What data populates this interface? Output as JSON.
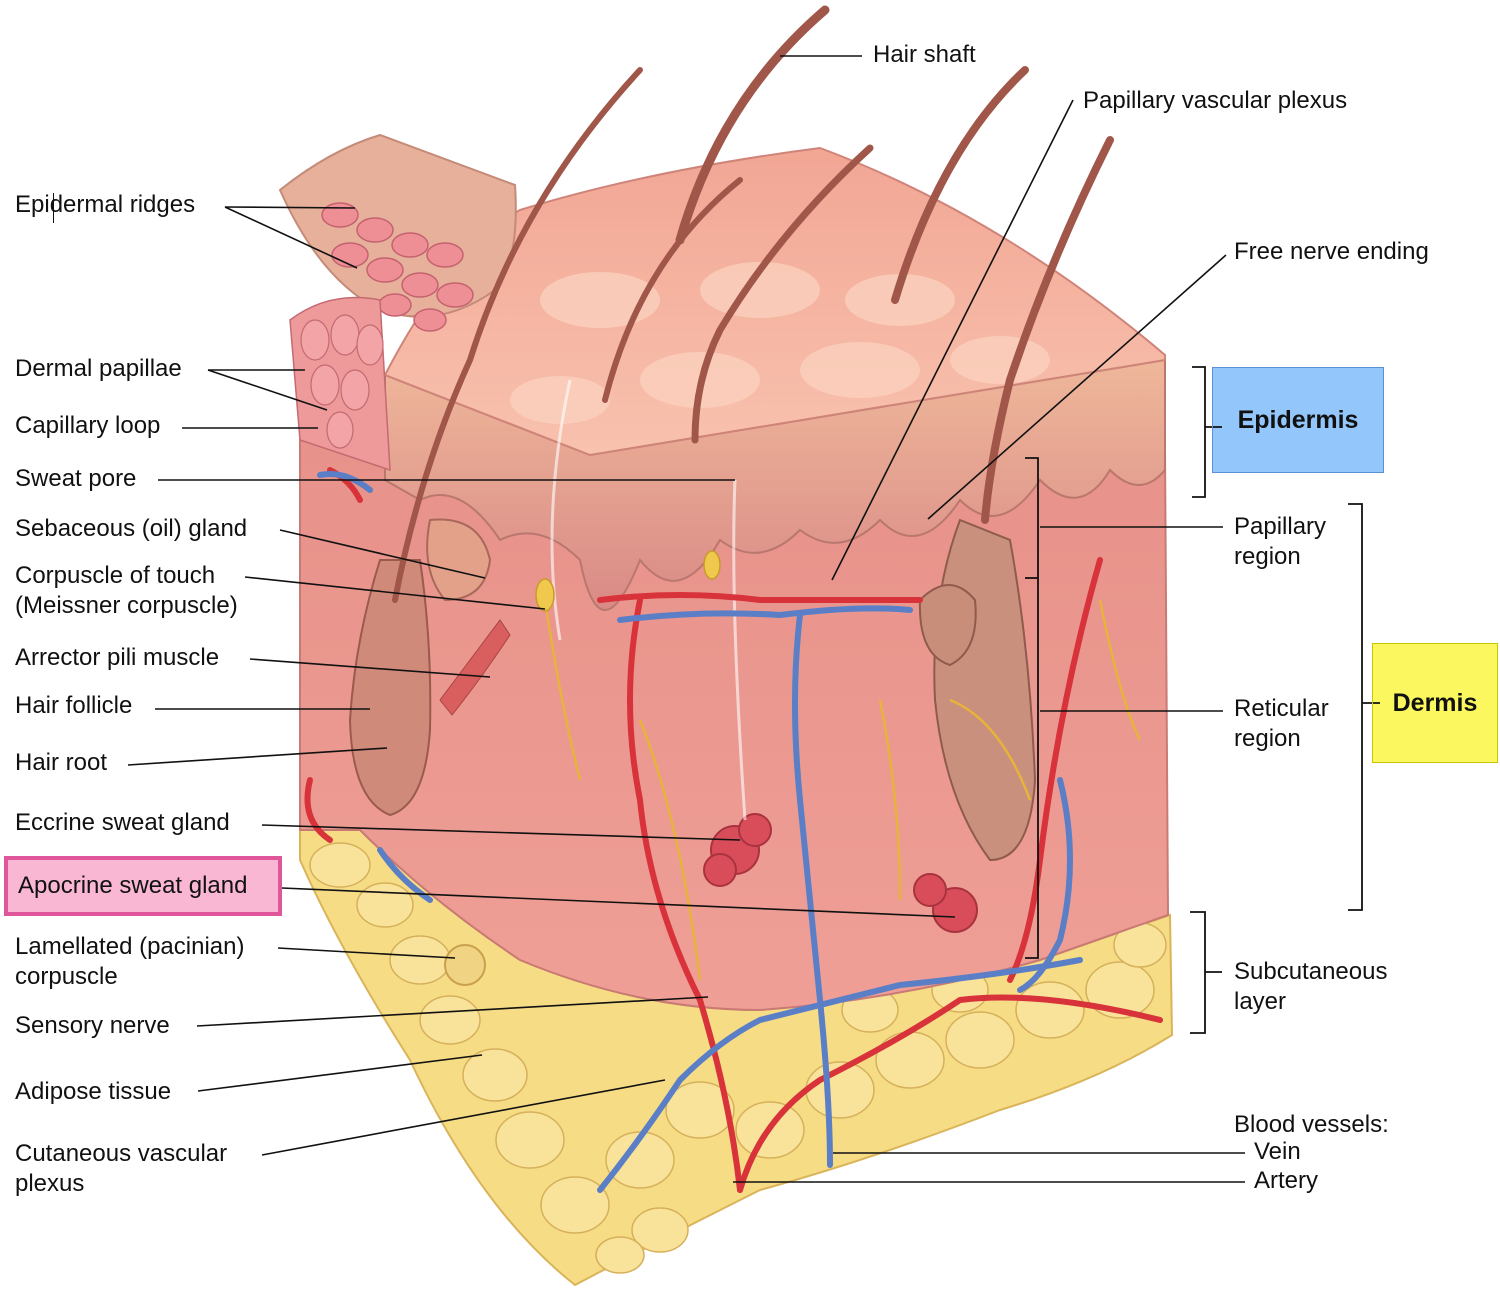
{
  "colors": {
    "epidermis_box": "#93c6fb",
    "dermis_box": "#fbf75e",
    "highlight_box": "#f9b7d3",
    "highlight_border": "#e0569b",
    "skin": "#e9958a",
    "adipose": "#f7dc86",
    "artery": "#d8323a",
    "vein": "#5a7fc6",
    "nerve": "#e8b33a"
  },
  "labels_left": {
    "epidermal_ridges": "Epidermal ridges",
    "dermal_papillae": "Dermal papillae",
    "capillary_loop": "Capillary loop",
    "sweat_pore": "Sweat pore",
    "sebaceous_gland": "Sebaceous (oil) gland",
    "corpuscle_of_touch": "Corpuscle of touch\n(Meissner corpuscle)",
    "arrector_pili": "Arrector pili muscle",
    "hair_follicle": "Hair follicle",
    "hair_root": "Hair root",
    "eccrine_gland": "Eccrine sweat gland",
    "apocrine_gland": "Apocrine sweat gland",
    "lamellated_corpuscle": "Lamellated (pacinian)\ncorpuscle",
    "sensory_nerve": "Sensory nerve",
    "adipose_tissue": "Adipose tissue",
    "cutaneous_plexus": "Cutaneous vascular\nplexus"
  },
  "labels_top": {
    "hair_shaft": "Hair shaft",
    "papillary_plexus": "Papillary vascular plexus",
    "free_nerve_ending": "Free nerve ending"
  },
  "labels_right": {
    "papillary_region": "Papillary\nregion",
    "reticular_region": "Reticular\nregion",
    "subcutaneous_layer": "Subcutaneous\nlayer",
    "blood_vessels": "Blood vessels:",
    "vein": "Vein",
    "artery": "Artery"
  },
  "layers": {
    "epidermis": "Epidermis",
    "dermis": "Dermis"
  }
}
